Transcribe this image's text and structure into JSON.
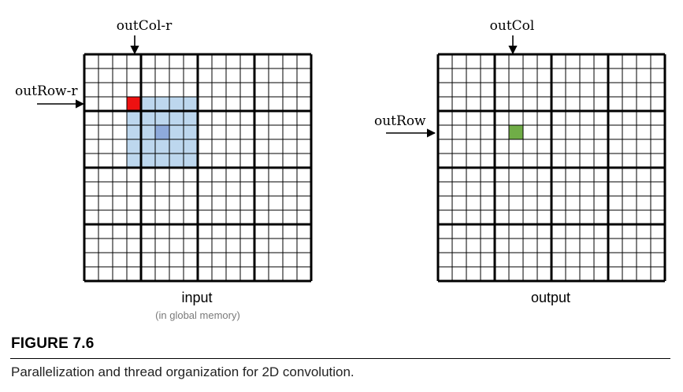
{
  "figure": {
    "label": "FIGURE 7.6",
    "caption": "Parallelization and thread organization for 2D convolution."
  },
  "input_grid": {
    "caption": "input",
    "subcaption": "(in global memory)",
    "col_label": "outCol-r",
    "row_label": "outRow-r",
    "cells_per_side": 16,
    "tiles_per_side": 4,
    "highlight_start_cell": {
      "row": 3,
      "col": 3
    },
    "highlight_patch_size": 5,
    "center_cell": {
      "row": 5,
      "col": 5
    },
    "colors": {
      "start_cell": "#ee1111",
      "patch": "#bdd7ee",
      "center_cell": "#8eaadb"
    }
  },
  "output_grid": {
    "caption": "output",
    "col_label": "outCol",
    "row_label": "outRow",
    "cells_per_side": 16,
    "tiles_per_side": 4,
    "output_cell": {
      "row": 5,
      "col": 5
    },
    "colors": {
      "output_cell": "#70ad47"
    }
  }
}
